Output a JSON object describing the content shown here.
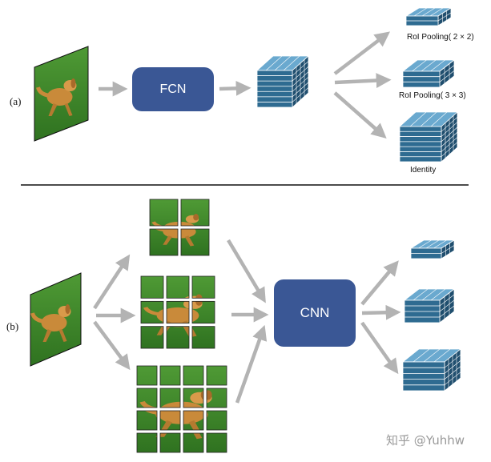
{
  "panels": {
    "a": {
      "label": "(a)",
      "network_label": "FCN",
      "outputs": [
        "RoI Pooling( 2 × 2)",
        "RoI Pooling( 3 × 3)",
        "Identity"
      ]
    },
    "b": {
      "label": "(b)",
      "network_label": "CNN"
    }
  },
  "watermark": "知乎 @Yuhhw",
  "colors": {
    "network_box": "#3a5795",
    "cube_front": "#2e6b91",
    "cube_top": "#6aa9cf",
    "cube_side": "#1f4e6e",
    "arrow": "#b3b3b3",
    "grass": "#3f8a2a",
    "dog": "#c98a3a"
  },
  "icons": [
    "dog-photo",
    "feature-cube",
    "arrow"
  ]
}
